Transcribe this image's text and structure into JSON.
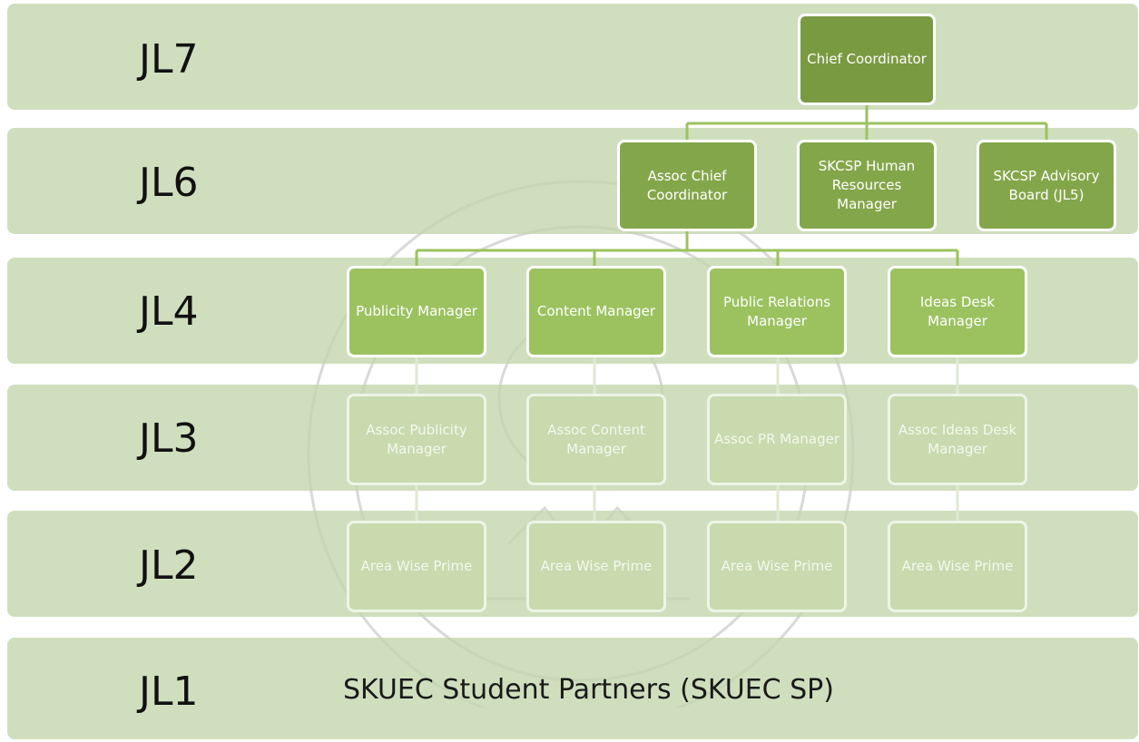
{
  "levels": {
    "jl7": "JL7",
    "jl6": "JL6",
    "jl4": "JL4",
    "jl3": "JL3",
    "jl2": "JL2",
    "jl1": "JL1"
  },
  "jl1_text": "SKUEC  Student Partners (SKUEC SP)",
  "nodes": {
    "chief": "Chief Coordinator",
    "assoc_chief": "Assoc Chief Coordinator",
    "hr": "SKCSP  Human Resources Manager",
    "advisory": "SKCSP Advisory Board (JL5)",
    "publicity": "Publicity Manager",
    "content": "Content Manager",
    "pr": "Public Relations Manager",
    "ideas": "Ideas Desk Manager",
    "assoc_publicity": "Assoc Publicity Manager",
    "assoc_content": "Assoc Content Manager",
    "assoc_pr": "Assoc PR Manager",
    "assoc_ideas": "Assoc Ideas Desk Manager",
    "prime_1": "Area Wise Prime",
    "prime_2": "Area Wise Prime",
    "prime_3": "Area Wise Prime",
    "prime_4": "Area Wise Prime"
  },
  "colors": {
    "band": "#c1d6ac",
    "node_jl7": "#7a9a42",
    "node_jl6": "#84a64a",
    "node_jl4": "#9cc260",
    "node_faded": "#c8daae",
    "connector": "#9cc260"
  }
}
